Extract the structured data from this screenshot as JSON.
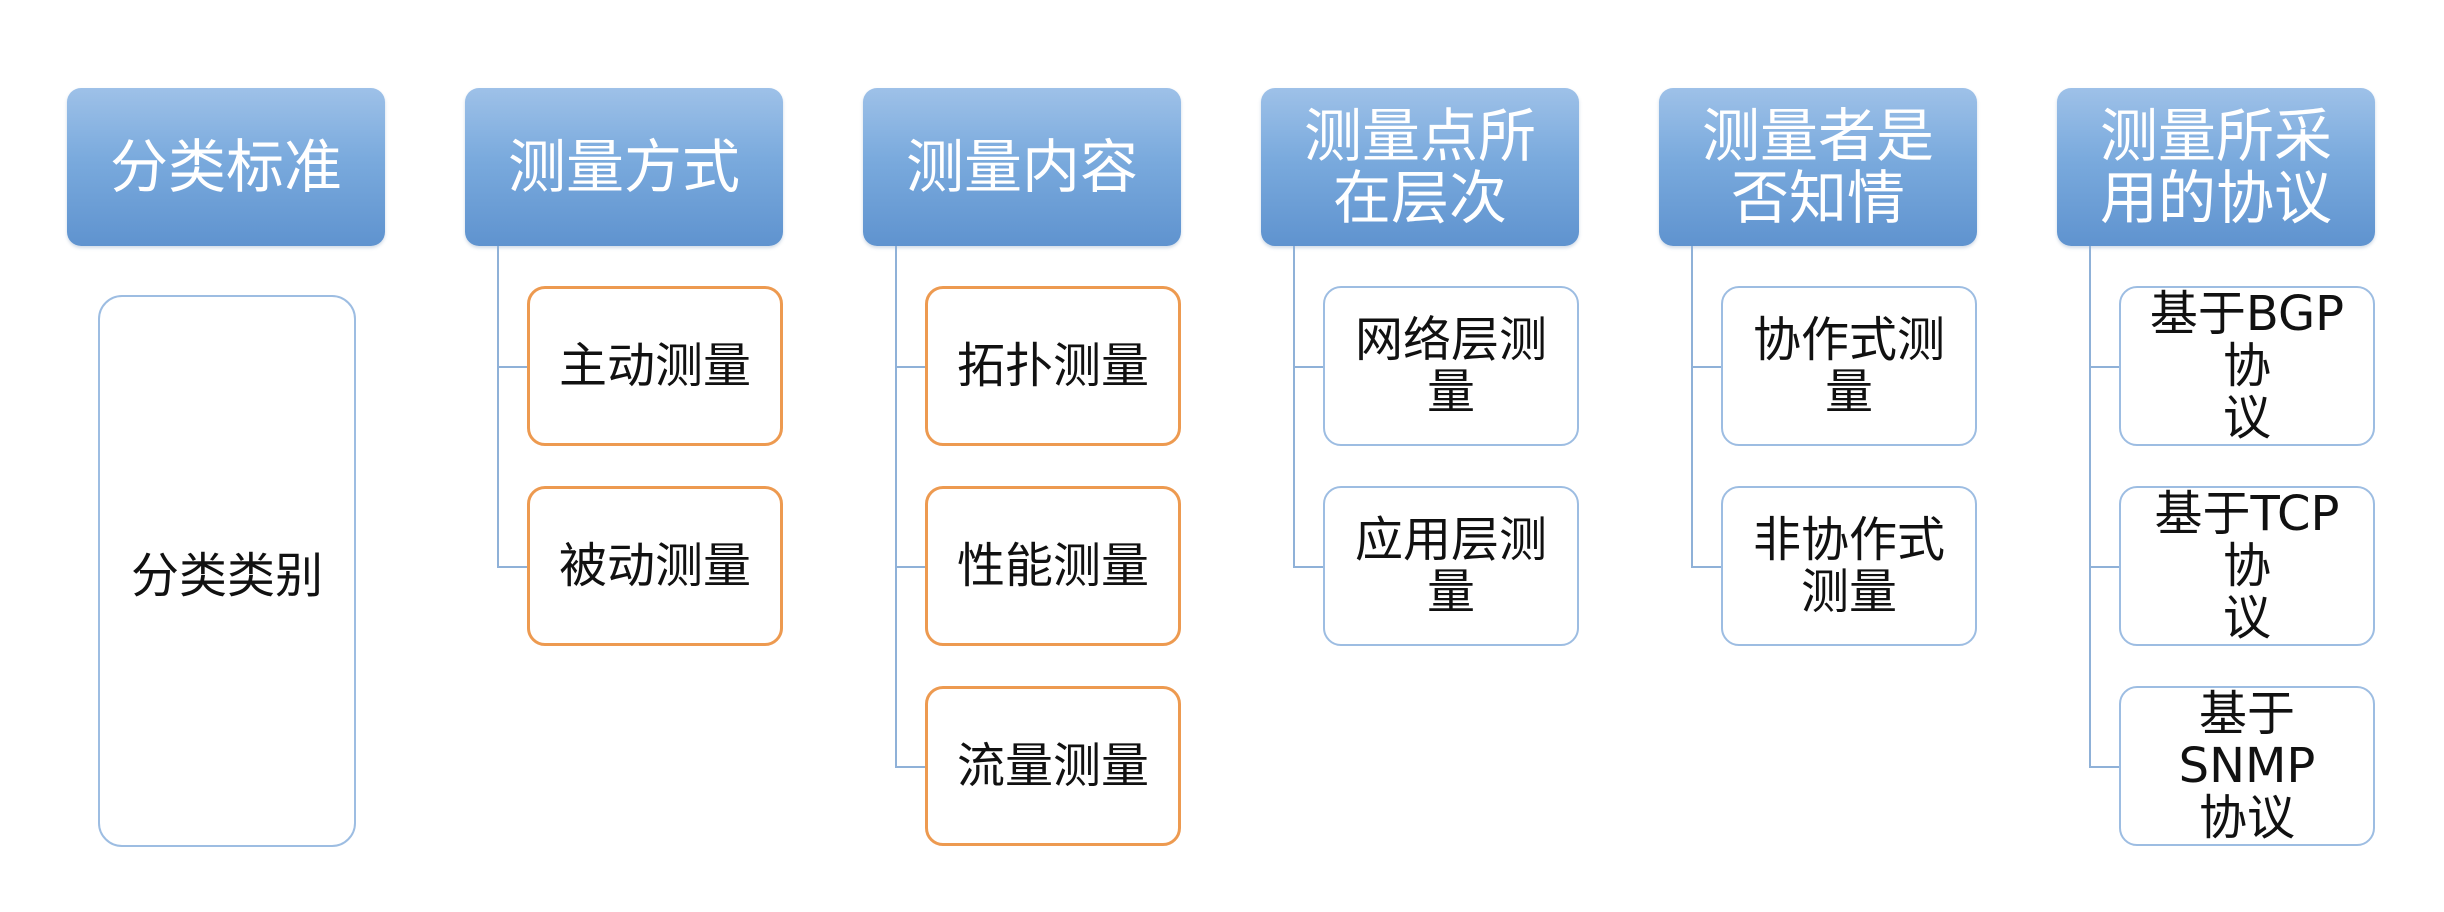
{
  "colors": {
    "header_gradient_top": "#9ec1e8",
    "header_gradient_bottom": "#5f93cf",
    "header_text": "#ffffff",
    "orange_border": "#ed9a50",
    "blue_border": "#9dbde2",
    "connector": "#8fb1d8"
  },
  "columns": [
    {
      "header": "分类标准",
      "children": [
        "分类类别"
      ]
    },
    {
      "header": "测量方式",
      "children": [
        "主动测量",
        "被动测量"
      ]
    },
    {
      "header": "测量内容",
      "children": [
        "拓扑测量",
        "性能测量",
        "流量测量"
      ]
    },
    {
      "header": "测量点所\n在层次",
      "children": [
        "网络层测\n量",
        "应用层测\n量"
      ]
    },
    {
      "header": "测量者是\n否知情",
      "children": [
        "协作式测\n量",
        "非协作式\n测量"
      ]
    },
    {
      "header": "测量所采\n用的协议",
      "children": [
        "基于BGP协\n议",
        "基于TCP协\n议",
        "基于SNMP\n协议"
      ]
    }
  ]
}
